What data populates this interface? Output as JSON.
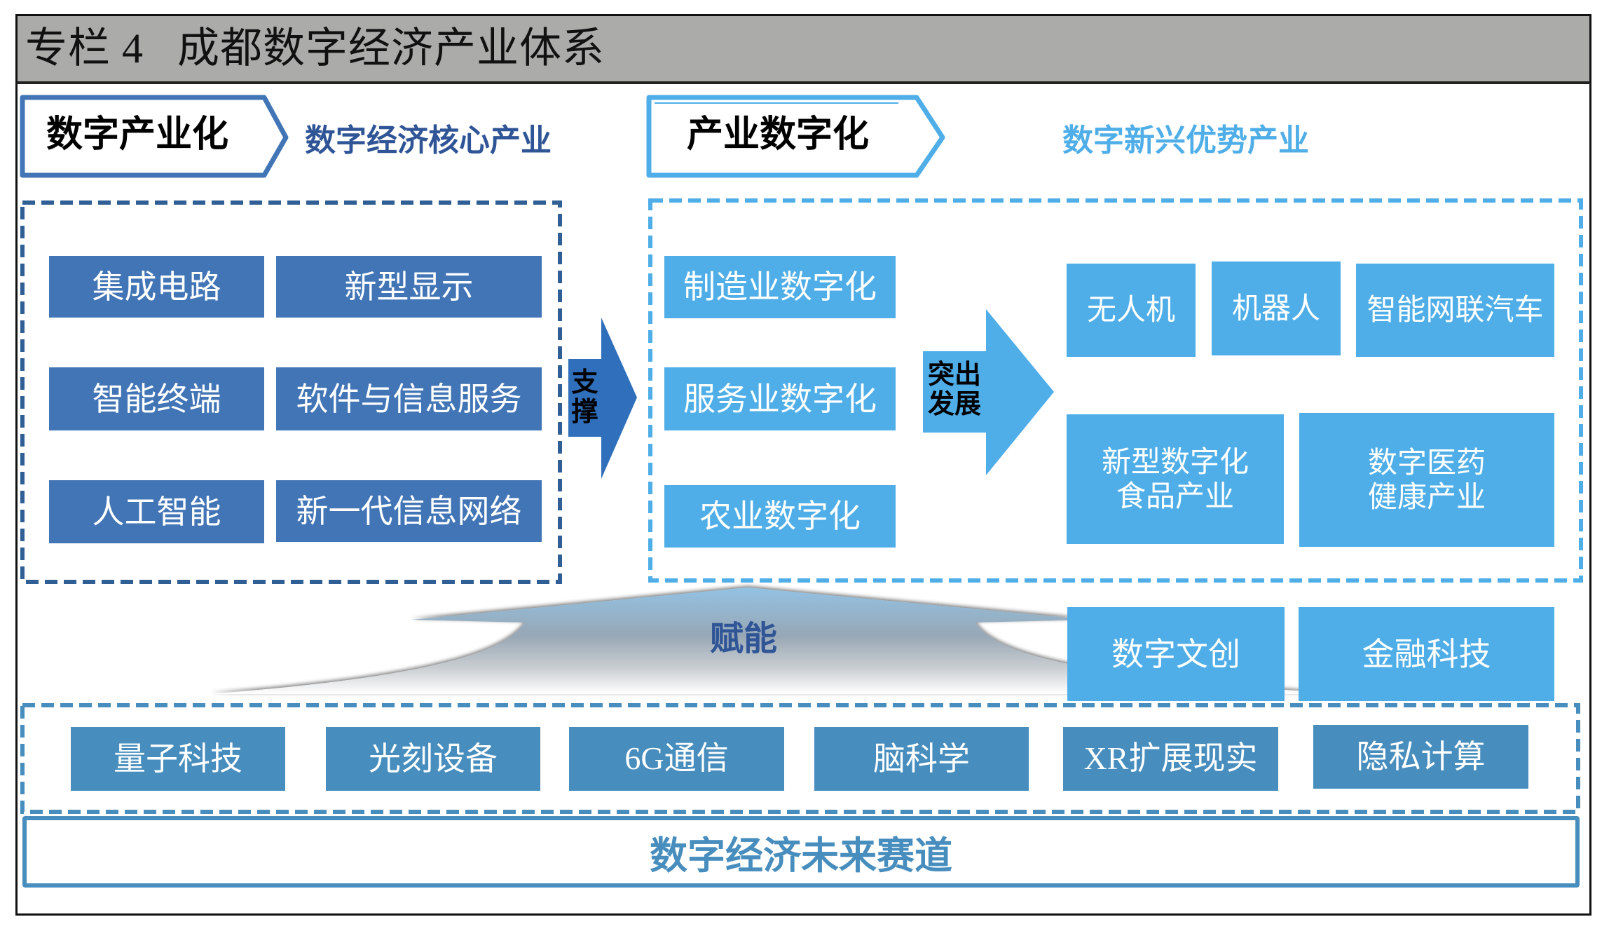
{
  "title": "专栏 4   成都数字经济产业体系",
  "left_section": {
    "chevron_label": "数字产业化",
    "subtitle": "数字经济核心产业",
    "items": [
      "集成电路",
      "新型显示",
      "智能终端",
      "软件与信息服务",
      "人工智能",
      "新一代信息网络"
    ]
  },
  "support_arrow": {
    "label": "支\n撑"
  },
  "right_section": {
    "chevron_label": "产业数字化",
    "subtitle": "数字新兴优势产业",
    "digitalization_items": [
      "制造业数字化",
      "服务业数字化",
      "农业数字化"
    ],
    "highlight_arrow": {
      "label": "突出\n发展"
    },
    "emerging_items": [
      "无人机",
      "机器人",
      "智能网联汽车",
      "新型数字化\n食品产业",
      "数字医药\n健康产业",
      "数字文创",
      "金融科技"
    ]
  },
  "empower_arrow": {
    "label": "赋能"
  },
  "future_tracks": {
    "items": [
      "量子科技",
      "光刻设备",
      "6G通信",
      "脑科学",
      "XR扩展现实",
      "隐私计算"
    ],
    "label": "数字经济未来赛道"
  },
  "colors": {
    "header_bg": "#ababa9",
    "core_dark_blue": "#4275b6",
    "core_border": "#2f5f95",
    "emerging_light_blue": "#4faee8",
    "future_steel_blue": "#478dbd",
    "subtitle_left": "#2f5597",
    "subtitle_right": "#4faee8"
  }
}
